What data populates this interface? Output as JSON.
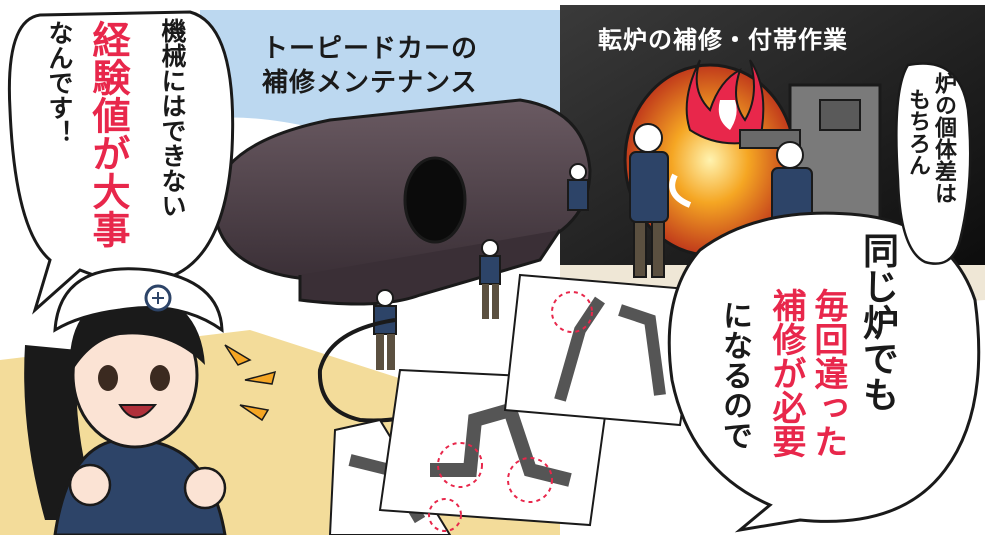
{
  "titles": {
    "torpedo_line1": "トーピードカーの",
    "torpedo_line2": "補修メンテナンス",
    "converter": "転炉の補修・付帯作業"
  },
  "left_bubble": {
    "col1": "機械にはできない",
    "col2": "経験値が大事",
    "col3": "なんです！"
  },
  "right_bubble": {
    "col1": "同じ炉でも",
    "col2": "毎回違った",
    "col3": "補修が必要",
    "col4": "になるので"
  },
  "thought_bubble": {
    "col1": "炉の個体差は",
    "col2": "もちろん"
  },
  "colors": {
    "accent_red": "#e8274b",
    "ink": "#1a1a1a",
    "furnace_glow": "#f5a623",
    "sky_blue": "#bcd8f0",
    "floor_yellow": "#f3dc9a",
    "workwear_navy": "#2d4468"
  }
}
